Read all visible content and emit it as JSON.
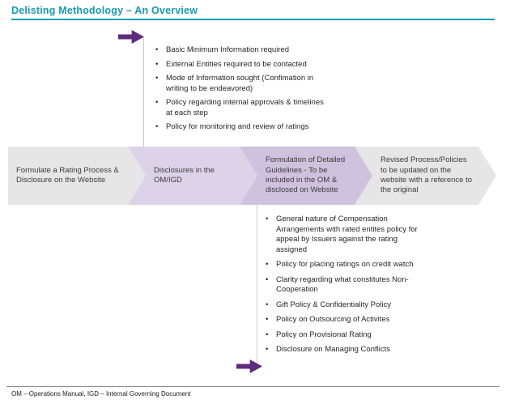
{
  "title": "Delisting Methodology – An Overview",
  "glyphs": {
    "bullet": "•"
  },
  "colors": {
    "accent_teal": "#1899AF",
    "arrow_purple": "#5E2B7E",
    "chevron_gray": "#E6E6E6",
    "chevron_lavender_light": "#DCD3E8",
    "chevron_lavender_dark": "#CFC2DE"
  },
  "top_list": {
    "items": [
      "Basic Minimum Information required",
      "External Entities required to be contacted",
      "Mode of Information sought (Confimation in writing to be endeavored)",
      "Policy regarding internal approvals & timelines at each step",
      "Policy for monitoring and review of ratings"
    ]
  },
  "process": {
    "steps": [
      {
        "label": "Formulate a Rating Process & Disclosure on the Website"
      },
      {
        "label": "Disclosures in the OM/IGD"
      },
      {
        "label": "Formulation of Detailed Guidelines - To be included in the OM & disclosed on Website"
      },
      {
        "label": "Revised Process/Policies to be updated on the website with a reference to the original"
      }
    ]
  },
  "bottom_list": {
    "items": [
      "General nature of Compensation Arrangements with rated entites policy for appeal by Issuers against the rating assigned",
      "Policy for placing ratings on credit watch",
      "Clarity regarding what constitutes Non-Cooperation",
      "Gift Policy & Confidentiality Policy",
      "Policy on Outsourcing of Activites",
      "Policy on Provisional Rating",
      "Disclosure on Managing Conflicts"
    ]
  },
  "footer": "OM – Operations Manual, IGD – Internal Governing Document"
}
